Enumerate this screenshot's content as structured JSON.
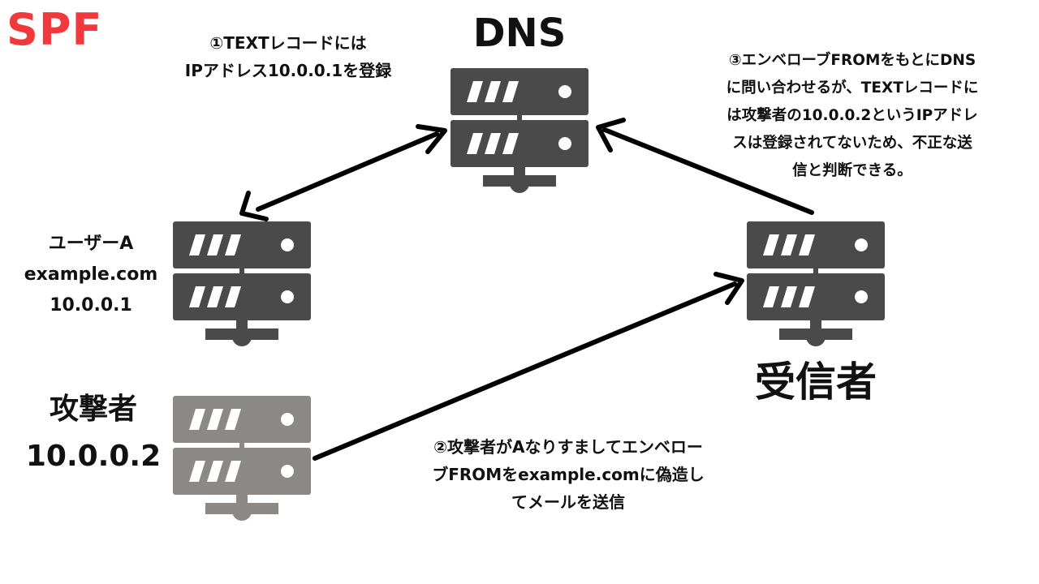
{
  "title": "SPF",
  "dns": {
    "label": "DNS"
  },
  "steps": {
    "step1": [
      "①TEXTレコードには",
      "IPアドレス10.0.0.1を登録"
    ],
    "step2": [
      "②攻撃者がAなりすましてエンベロー",
      "ブFROMをexample.comに偽造し",
      "てメールを送信"
    ],
    "step3": [
      "③エンベローブFROMをもとにDNS",
      "に問い合わせるが、TEXTレコードに",
      "は攻撃者の10.0.0.2というIPアドレ",
      "スは登録されてないため、不正な送",
      "信と判断できる。"
    ]
  },
  "userA": {
    "name": "ユーザーA",
    "domain": "example.com",
    "ip": "10.0.0.1"
  },
  "attacker": {
    "name": "攻撃者",
    "ip": "10.0.0.2"
  },
  "receiver": {
    "label": "受信者"
  },
  "colors": {
    "spf": "#f0393c",
    "server_dark": "#4a4a4a",
    "server_light": "#8c8885",
    "arrow": "#000000"
  }
}
